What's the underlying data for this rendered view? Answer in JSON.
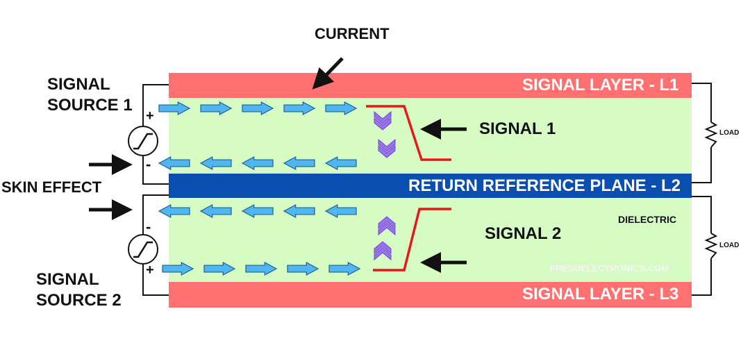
{
  "labels": {
    "current": "CURRENT",
    "signal_source_1": "SIGNAL SOURCE 1",
    "signal_source_2": "SIGNAL SOURCE 2",
    "skin_effect": "SKIN EFFECT",
    "signal_1": "SIGNAL 1",
    "signal_2": "SIGNAL 2",
    "dielectric": "DIELECTRIC",
    "load_top": "LOAD",
    "load_bottom": "LOAD",
    "watermark": "FRESUELECTRONICS.COM",
    "plus_1": "+",
    "minus_1": "-",
    "plus_2": "+",
    "minus_2": "-"
  },
  "layers": {
    "l1": "SIGNAL LAYER  - L1",
    "l2": "RETURN REFERENCE PLANE  - L2",
    "l3": "SIGNAL LAYER - L3"
  },
  "colors": {
    "signal_layer": "#ff7070",
    "reference_plane": "#0a4fb0",
    "dielectric": "#d6fcc4",
    "current_arrow": "#4fb6f0",
    "field_chevron": "#9a70f0",
    "signal_edge": "#e81818",
    "wire": "#111111"
  },
  "current_arrows": {
    "row1_direction": "right",
    "row2_direction": "left",
    "row3_direction": "left",
    "row4_direction": "right"
  }
}
